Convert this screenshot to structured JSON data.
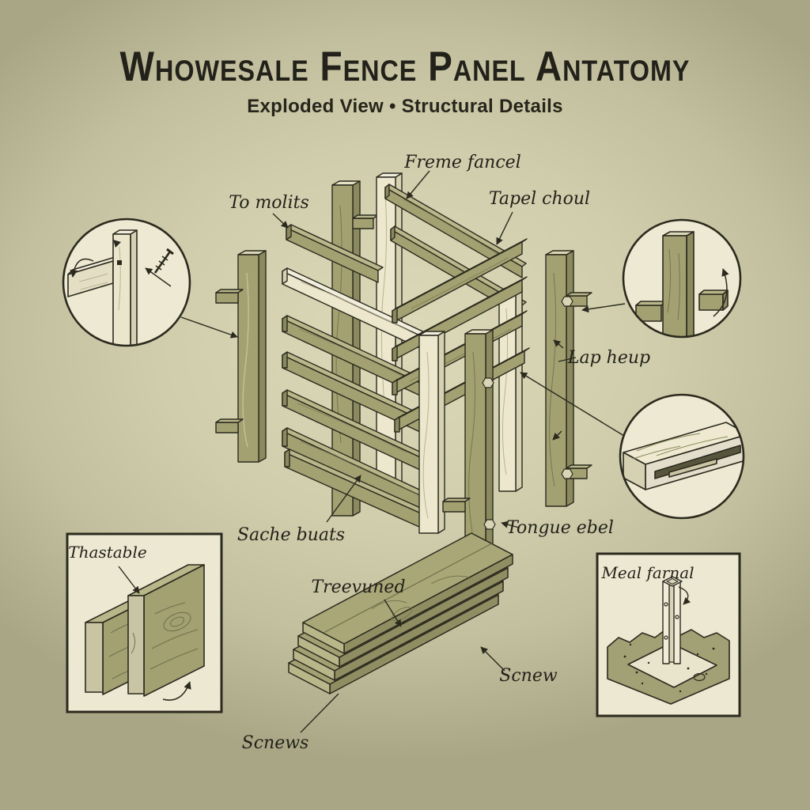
{
  "poster": {
    "title": "Whowesale Fence Panel Antatomy",
    "subtitle": "Exploded View • Structural Details"
  },
  "callouts": {
    "frame_panel": "Freme fancel",
    "panel_rail": "Tapel choul",
    "rail_left": "To molits",
    "lap_joint": "Lap heup",
    "bottom_rails": "Sache buats",
    "tongue_joint": "Tongue ebel",
    "plank_stack": "Treevuned",
    "screw": "Scnew",
    "screws": "Scnews",
    "board_detail": "Thastable",
    "metal_anchor": "Meal farnal"
  },
  "colors": {
    "background": "#d0cdac",
    "wood_olive": "#a3a172",
    "wood_olive_dark": "#8b8a5f",
    "wood_cream": "#ece7cd",
    "ink": "#2b2a1e",
    "inset_background": "#ece8d2"
  }
}
